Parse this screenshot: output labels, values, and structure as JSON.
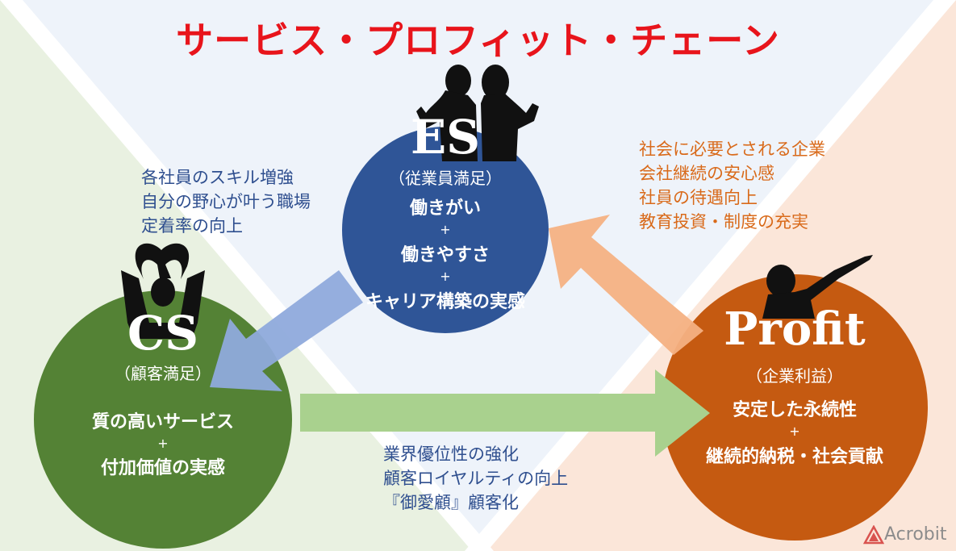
{
  "title": "サービス・プロフィット・チェーン",
  "colors": {
    "title": "#e8141b",
    "es_circle": "#2f5597",
    "cs_circle": "#548235",
    "profit_circle": "#c55a11",
    "arrow_es_to_cs": "#8faadc",
    "arrow_cs_to_profit": "#a9d18e",
    "arrow_profit_to_es": "#f4b183"
  },
  "es": {
    "code": "ES",
    "sub": "（従業員満足）",
    "line1": "働きがい",
    "plus1": "+",
    "line2": "働きやすさ",
    "plus2": "+",
    "line3": "キャリア構築の実感"
  },
  "cs": {
    "code": "CS",
    "sub": "（顧客満足）",
    "line1": "質の高いサービス",
    "plus1": "+",
    "line2": "付加価値の実感"
  },
  "profit": {
    "code": "Profit",
    "sub": "（企業利益）",
    "line1": "安定した永続性",
    "plus1": "+",
    "line2": "継続的納税・社会貢献"
  },
  "notes": {
    "es_to_cs": [
      "各社員のスキル増強",
      "自分の野心が叶う職場",
      "定着率の向上"
    ],
    "cs_to_profit": [
      "業界優位性の強化",
      "顧客ロイヤルティの向上",
      "『御愛顧』顧客化"
    ],
    "profit_to_es": [
      "社会に必要とされる企業",
      "会社継続の安心感",
      "社員の待遇向上",
      "教育投資・制度の充実"
    ]
  },
  "logo": {
    "text": "Acrobit"
  }
}
